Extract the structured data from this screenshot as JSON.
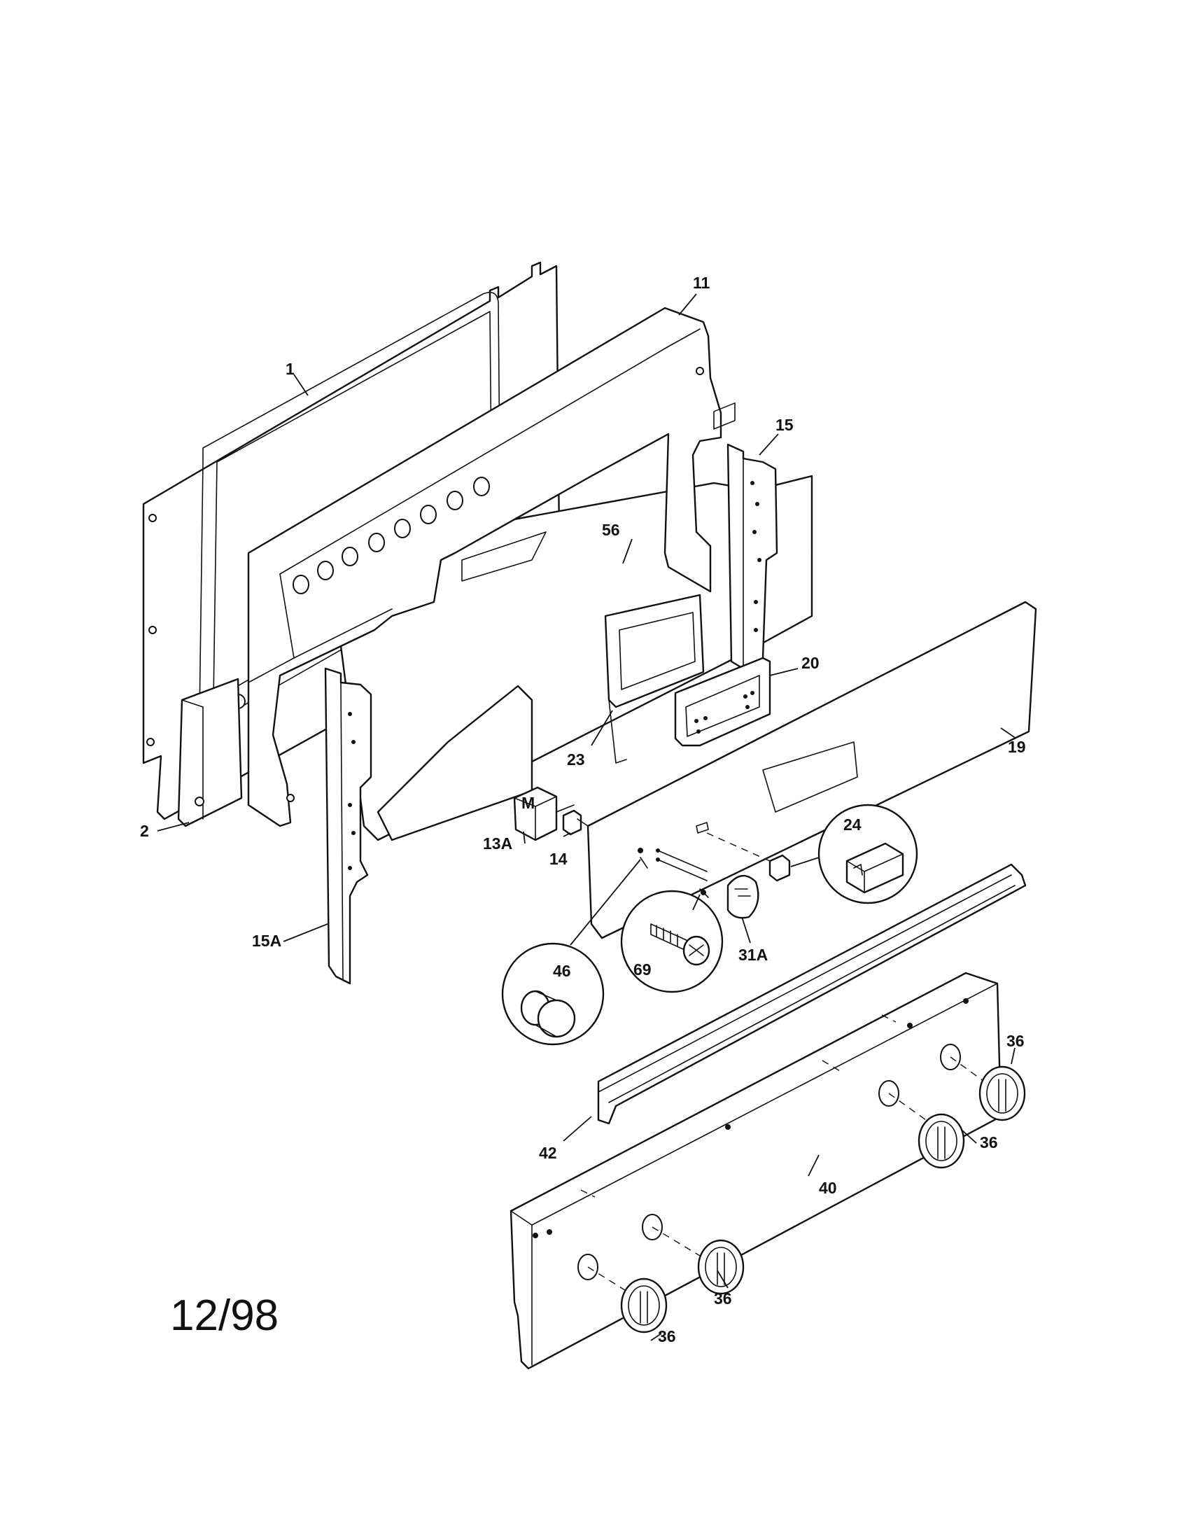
{
  "date_code": "12/98",
  "callouts": {
    "c1": "1",
    "c2": "2",
    "c11": "11",
    "c15": "15",
    "c15a": "15A",
    "c56": "56",
    "c20": "20",
    "c23": "23",
    "c19": "19",
    "c13a": "13A",
    "c14": "14",
    "c24": "24",
    "c31a": "31A",
    "c46": "46",
    "c69": "69",
    "c42": "42",
    "c40": "40",
    "c36a": "36",
    "c36b": "36",
    "c36c": "36",
    "c36d": "36"
  }
}
